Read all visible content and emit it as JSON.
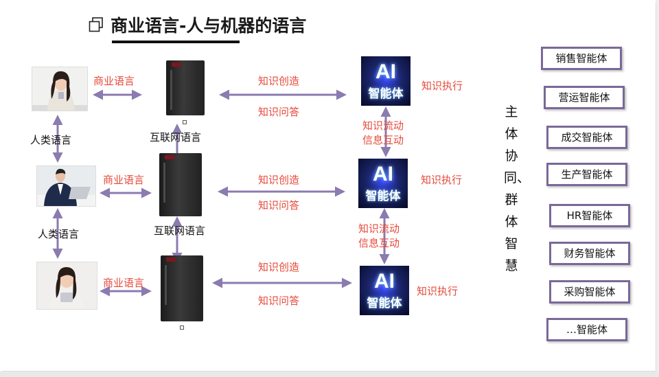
{
  "title": "商业语言-人与机器的语言",
  "title_icon": "copy-icon",
  "labels": {
    "business_language": "商业语言",
    "human_language": "人类语言",
    "internet_language": "互联网语言",
    "knowledge_creation": "知识创造",
    "knowledge_qa": "知识问答",
    "knowledge_execution": "知识执行",
    "knowledge_flow": "知识流动",
    "info_interaction": "信息互动"
  },
  "ai_badge": {
    "top": "AI",
    "bottom": "智能体"
  },
  "vertical_text": "主体协同、群体智慧",
  "agents": [
    "销售智能体",
    "营运智能体",
    "成交智能体",
    "生产智能体",
    "HR智能体",
    "财务智能体",
    "采购智能体",
    "…智能体"
  ],
  "colors": {
    "arrow": "#8b7bb0",
    "label_red": "#e64a3b",
    "agent_border": "#7a6898"
  }
}
